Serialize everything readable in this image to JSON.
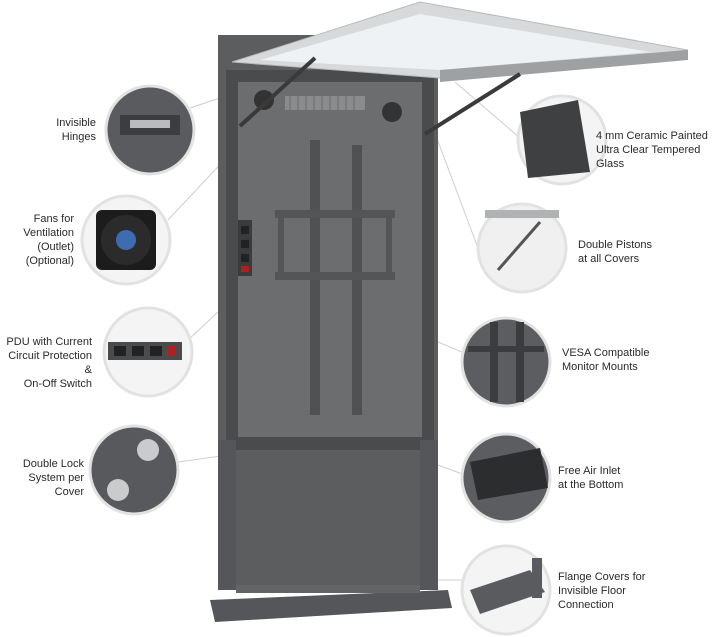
{
  "callouts": {
    "invisible_hinges": [
      "Invisible",
      "Hinges"
    ],
    "fans": [
      "Fans for",
      "Ventilation",
      "(Outlet)",
      "(Optional)"
    ],
    "pdu": [
      "PDU with Current",
      "Circuit Protection &",
      "On-Off Switch"
    ],
    "double_lock": [
      "Double Lock",
      "System per Cover"
    ],
    "glass": [
      "4 mm Ceramic Painted",
      "Ultra Clear Tempered Glass"
    ],
    "pistons": [
      "Double Pistons",
      "at all Covers"
    ],
    "vesa": [
      "VESA Compatible",
      "Monitor Mounts"
    ],
    "air_inlet": [
      "Free Air Inlet",
      "at the Bottom"
    ],
    "flange": [
      "Flange Covers for",
      "Invisible Floor",
      "Connection"
    ]
  },
  "colors": {
    "frame": "#5a5b5d",
    "panel": "#6d6e70",
    "panel_dark": "#4a4b4d",
    "cover": "#c9cbcd",
    "leader": "#c8c8c8"
  }
}
